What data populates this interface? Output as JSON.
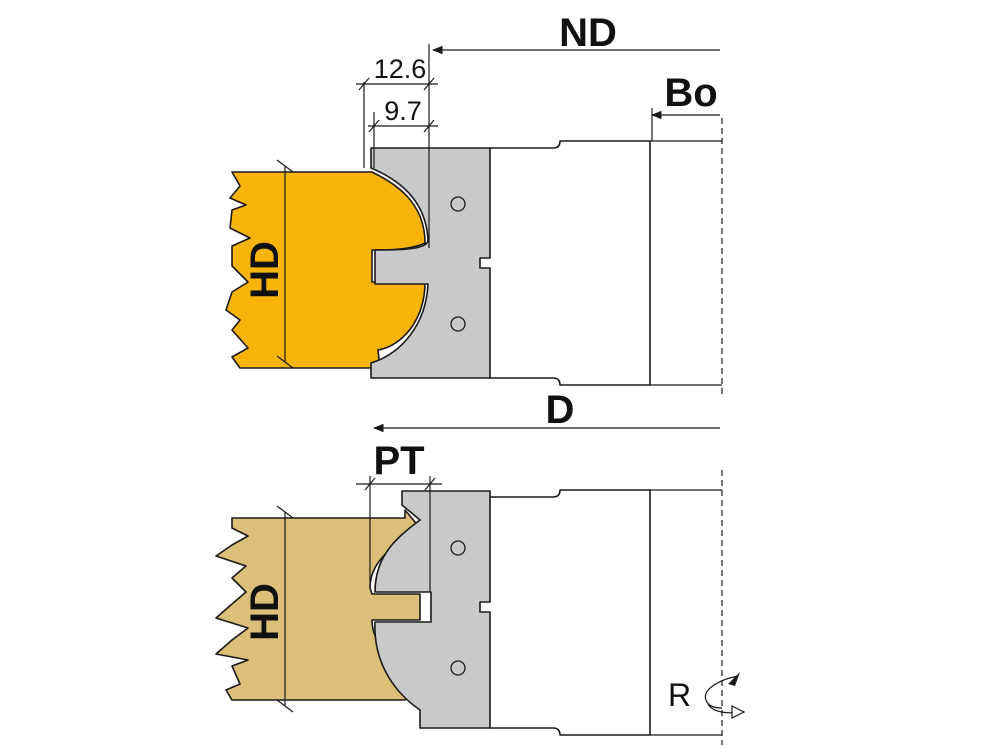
{
  "labels": {
    "nd": "ND",
    "bo": "Bo",
    "d": "D",
    "pt": "PT",
    "hd_top": "HD",
    "hd_bottom": "HD",
    "dim_12_6": "12.6",
    "dim_9_7": "9.7",
    "r": "R"
  },
  "colors": {
    "workpiece_top": "#f9b40b",
    "workpiece_bottom": "#dcbf78",
    "blade": "#c8c9cb",
    "line": "#1a1a1a"
  },
  "icons": {
    "rotation_arrow": "rotation-arrow-icon"
  }
}
